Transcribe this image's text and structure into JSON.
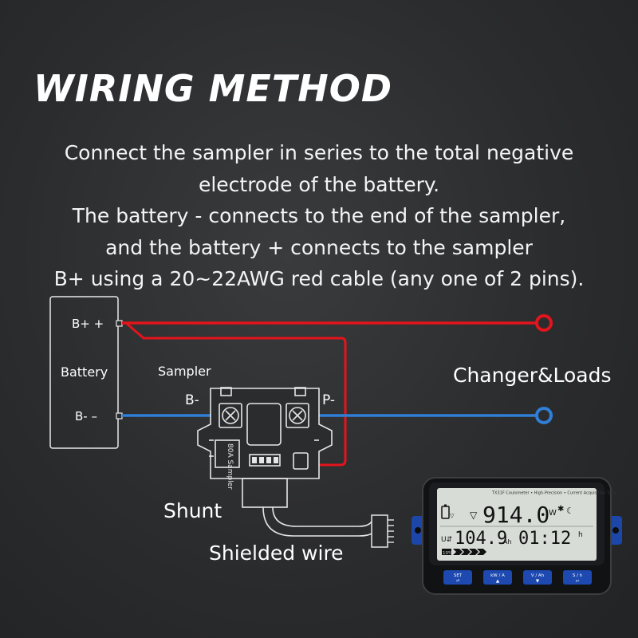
{
  "title": "WIRING METHOD",
  "description": [
    "Connect the sampler in series to the total negative",
    "electrode of the battery.",
    "The battery - connects to the end of the sampler,",
    "and the battery + connects to the sampler",
    "B+ using a 20~22AWG red cable (any one of 2 pins)."
  ],
  "diagram": {
    "battery": {
      "label": "Battery",
      "pos_terminal": "B+ +",
      "neg_terminal": "B-  –"
    },
    "sampler": {
      "label": "Sampler",
      "b_minus": "B-",
      "p_minus": "P-",
      "module_text": "80A Sampler"
    },
    "loads_label": "Changer&Loads",
    "shunt_label": "Shunt",
    "shielded_wire_label": "Shielded wire",
    "colors": {
      "positive_wire": "#e3141c",
      "negative_wire": "#2f7fd6",
      "background": "#2b2c2e"
    }
  },
  "meter": {
    "model": "TX31F Coulometer • High-Precision • Current Acquisition Type",
    "power_value": "914.0",
    "power_unit": "W",
    "capacity_value": "104.9",
    "capacity_unit": "Ah",
    "time_value": "01:12",
    "time_unit": "h",
    "percent": "10%",
    "buttons": [
      {
        "top": "SET",
        "bottom": "⏎"
      },
      {
        "top": "kW / A",
        "bottom": "▲"
      },
      {
        "top": "V / Ah",
        "bottom": "▼"
      },
      {
        "top": "S / h",
        "bottom": "↩"
      }
    ]
  }
}
